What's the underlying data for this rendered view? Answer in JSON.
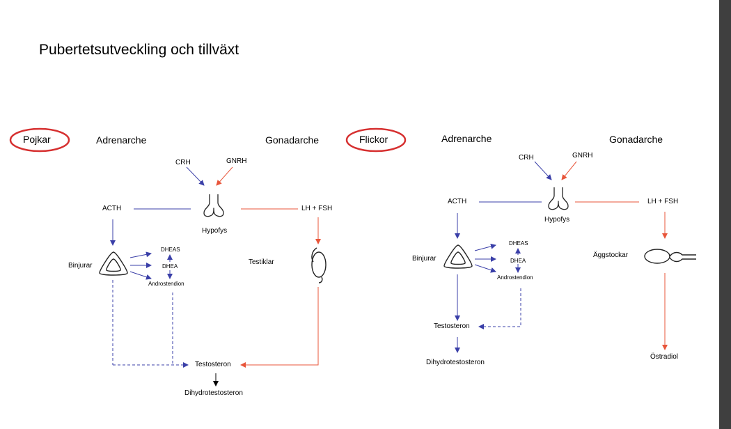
{
  "slide": {
    "title": "Pubertetsutveckling och tillväxt"
  },
  "boys": {
    "label": "Pojkar",
    "adrenarche": "Adrenarche",
    "gonadarche": "Gonadarche",
    "crh": "CRH",
    "gnrh": "GNRH",
    "acth": "ACTH",
    "hypofys": "Hypofys",
    "lh_fsh": "LH + FSH",
    "binjurar": "Binjurar",
    "dheas": "DHEAS",
    "dhea": "DHEA",
    "androstendion": "Androstendion",
    "testiklar": "Testiklar",
    "testosteron": "Testosteron",
    "dht": "Dihydrotestosteron"
  },
  "girls": {
    "label": "Flickor",
    "adrenarche": "Adrenarche",
    "gonadarche": "Gonadarche",
    "crh": "CRH",
    "gnrh": "GNRH",
    "acth": "ACTH",
    "hypofys": "Hypofys",
    "lh_fsh": "LH + FSH",
    "binjurar": "Binjurar",
    "dheas": "DHEAS",
    "dhea": "DHEA",
    "androstendion": "Androstendion",
    "aggstockar": "Äggstockar",
    "testosteron": "Testosteron",
    "dht": "Dihydrotestosteron",
    "ostradiol": "Östradiol"
  },
  "colors": {
    "adrenal_axis": "#3a3fa8",
    "gonadal_axis": "#e8553a",
    "circle": "#d63030",
    "scrollbar": "#3f3f3f"
  }
}
